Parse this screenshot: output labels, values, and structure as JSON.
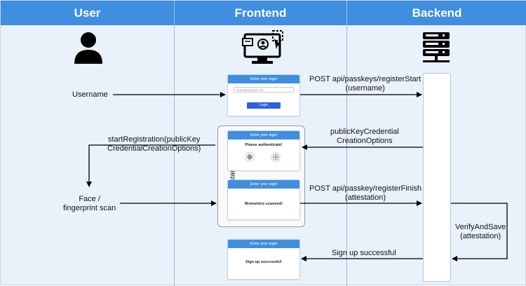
{
  "lanes": {
    "user": "User",
    "frontend": "Frontend",
    "backend": "Backend"
  },
  "screens": {
    "login": {
      "title": "Enter your login",
      "email_placeholder": "example@mail.com",
      "button": "Login"
    },
    "authenticate": {
      "title": "Enter your login",
      "text": "Please authenticate!"
    },
    "scanned": {
      "title": "Enter your login",
      "text": "Biometrics scanned!"
    },
    "success": {
      "title": "Enter your login",
      "text": "Sign up successful!"
    }
  },
  "os_standard": "OS standard",
  "labels": {
    "username": "Username",
    "start_registration": "startRegistration(publicKey\nCredentialCreationOptions)",
    "face_scan": "Face /\nfingerprint scan",
    "post_register_start": "POST api/passkeys/registerStart\n(username)",
    "credential_options": "publicKeyCredential\nCreationOptions",
    "post_register_finish": "POST api/passkey/registerFinish\n(attestation)",
    "verify_and_save": "VerifyAndSave\n(attestation)",
    "sign_up_successful": "Sign up successful"
  },
  "icons": {
    "user": "user-icon",
    "frontend": "computer-login-icon",
    "backend": "server-icon",
    "fingerprint": "fingerprint-icon",
    "face_scan": "face-scan-icon"
  },
  "colors": {
    "header": "#3f8ee0",
    "background": "#e9f1fb",
    "button": "#2a63d9"
  }
}
